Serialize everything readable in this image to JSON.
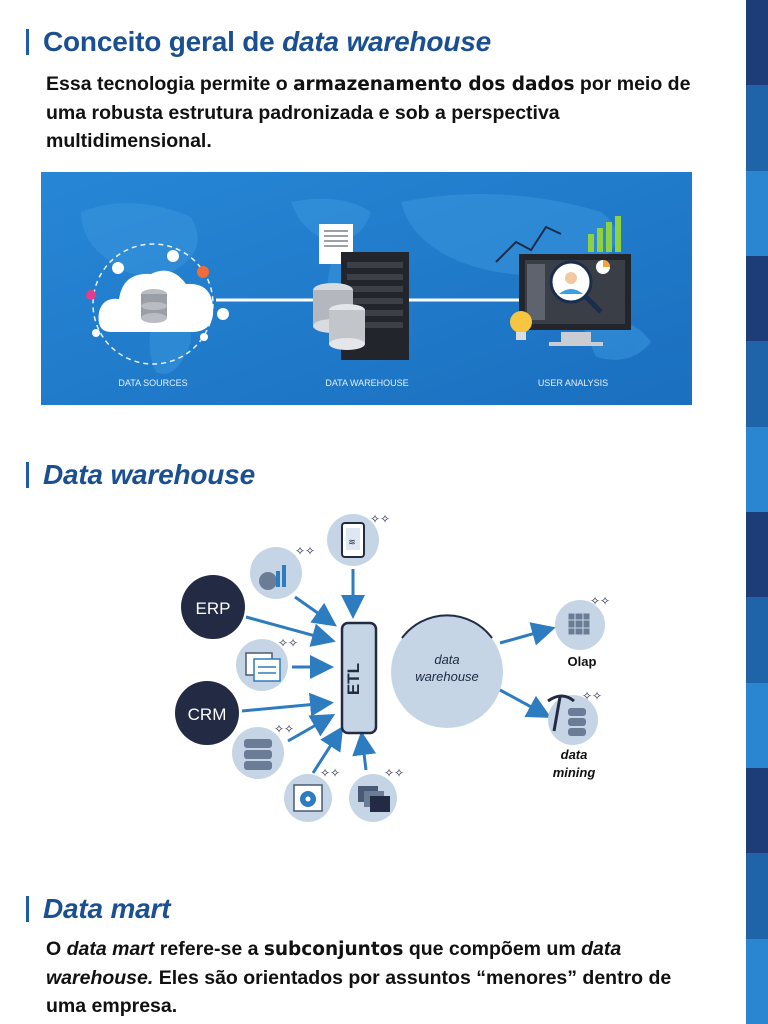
{
  "section1": {
    "title_plain": "Conceito geral de ",
    "title_italic": "data warehouse",
    "para_1": "Essa tecnologia permite o ",
    "para_highlight": "armazenamento dos dados",
    "para_2": " por meio de uma robusta estrutura padronizada e sob a perspectiva multidimensional."
  },
  "banner": {
    "label_sources": "DATA SOURCES",
    "label_warehouse": "DATA WAREHOUSE",
    "label_analysis": "USER ANALYSIS"
  },
  "section2": {
    "title": "Data warehouse"
  },
  "diagram": {
    "erp": "ERP",
    "crm": "CRM",
    "etl": "ETL",
    "dw_line1": "data",
    "dw_line2": "warehouse",
    "olap": "Olap",
    "mining_line1": "data",
    "mining_line2": "mining"
  },
  "section3": {
    "title": "Data mart",
    "p_1": "O ",
    "p_italic_1": "data mart",
    "p_2": " refere-se a ",
    "p_highlight": "subconjuntos",
    "p_3": " que compõem um ",
    "p_italic_2": "data warehouse.",
    "p_4": " Eles são orientados por assuntos “menores” dentro de uma empresa."
  },
  "colors": {
    "heading": "#1a4f91",
    "banner_bg": "#1f7fd0",
    "node_dark": "#232a44",
    "node_light": "#c5d5e6",
    "arrow": "#2d7cc0"
  }
}
